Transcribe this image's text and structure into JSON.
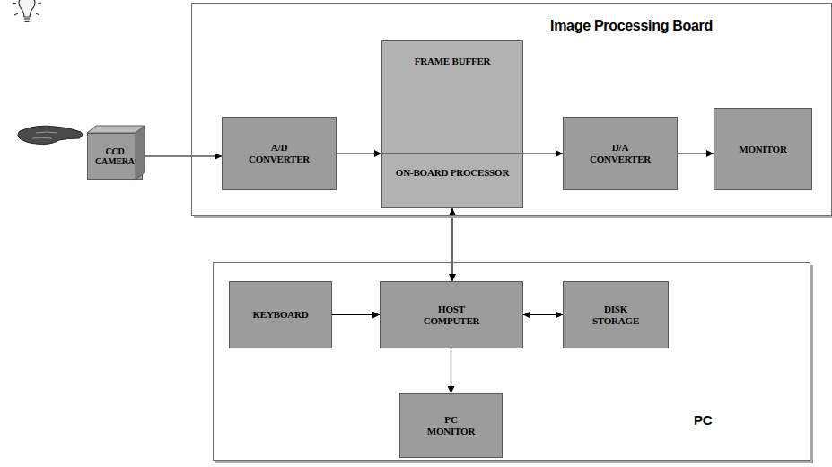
{
  "diagram": {
    "nodes": [
      {
        "text": [
          "CCD CAMERA"
        ]
      },
      {
        "text": [
          "Image Processing Board"
        ]
      },
      {
        "text": [
          "A/D CONVERTER"
        ],
        "in": 1
      },
      {
        "text": [
          "FRAME BUFFER",
          "ON-BOARD PROCESSOR"
        ],
        "in": 1
      },
      {
        "text": [
          "D/A CONVERTER"
        ],
        "in": 1
      },
      {
        "text": [
          "MONITOR"
        ],
        "in": 1
      },
      {
        "text": [
          "PC"
        ]
      },
      {
        "text": [
          "KEYBOARD"
        ],
        "in": 6
      },
      {
        "text": [
          "HOST COMPUTER"
        ],
        "in": 6
      },
      {
        "text": [
          "DISK STORAGE"
        ],
        "in": 6
      },
      {
        "text": [
          "PC MONITOR"
        ],
        "in": 6
      }
    ],
    "edges": [
      {
        "from": 0,
        "to": 2,
        "arrow": "to"
      },
      {
        "from": 2,
        "to": 3,
        "arrow": "to"
      },
      {
        "from": 3,
        "to": 4,
        "arrow": "to"
      },
      {
        "from": 4,
        "to": 5,
        "arrow": "to"
      },
      {
        "from": 3,
        "to": 8,
        "arrow": "both"
      },
      {
        "from": 7,
        "to": 8,
        "arrow": "to"
      },
      {
        "from": 8,
        "to": 9,
        "arrow": "both"
      },
      {
        "from": 8,
        "to": 10,
        "arrow": "to"
      }
    ]
  }
}
